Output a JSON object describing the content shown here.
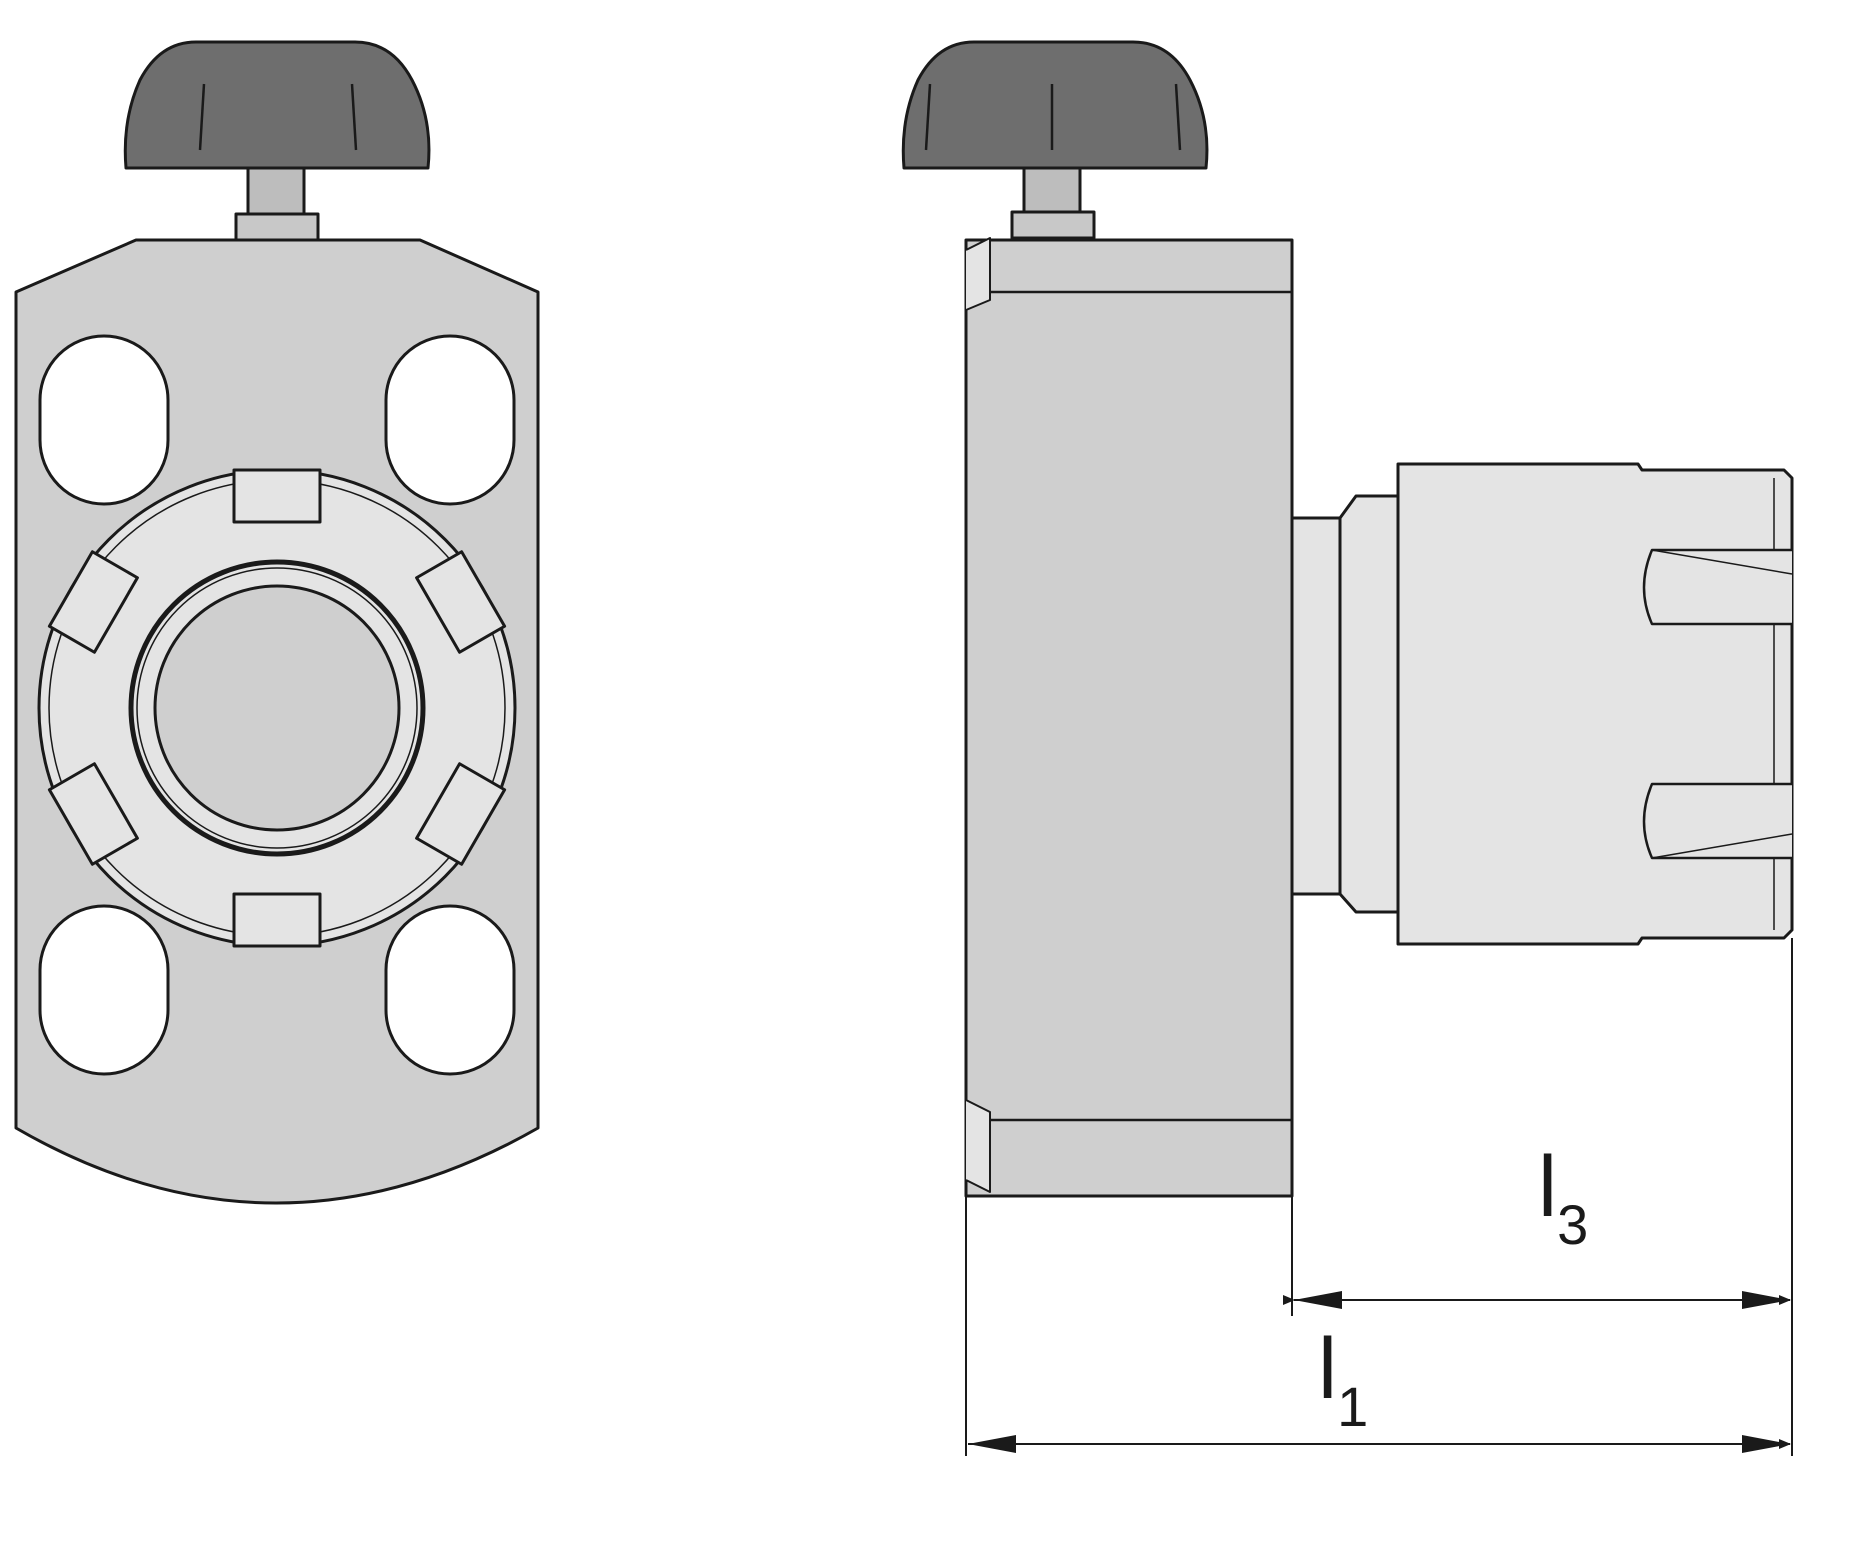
{
  "colors": {
    "background": "#ffffff",
    "outline": "#1a1a1a",
    "body_fill": "#cfcfcf",
    "light_fill": "#e4e4e4",
    "knob_fill": "#6e6e6e"
  },
  "views": [
    {
      "name": "front-view",
      "parts": [
        "knob",
        "flange-plate",
        "mounting-slot",
        "clamping-nut",
        "collet-bore"
      ]
    },
    {
      "name": "side-view",
      "parts": [
        "knob",
        "flange-body",
        "shank-neck",
        "collet-nut"
      ]
    }
  ],
  "dimensions": {
    "l1": {
      "main": "l",
      "sub": "1"
    },
    "l3": {
      "main": "l",
      "sub": "3"
    }
  }
}
